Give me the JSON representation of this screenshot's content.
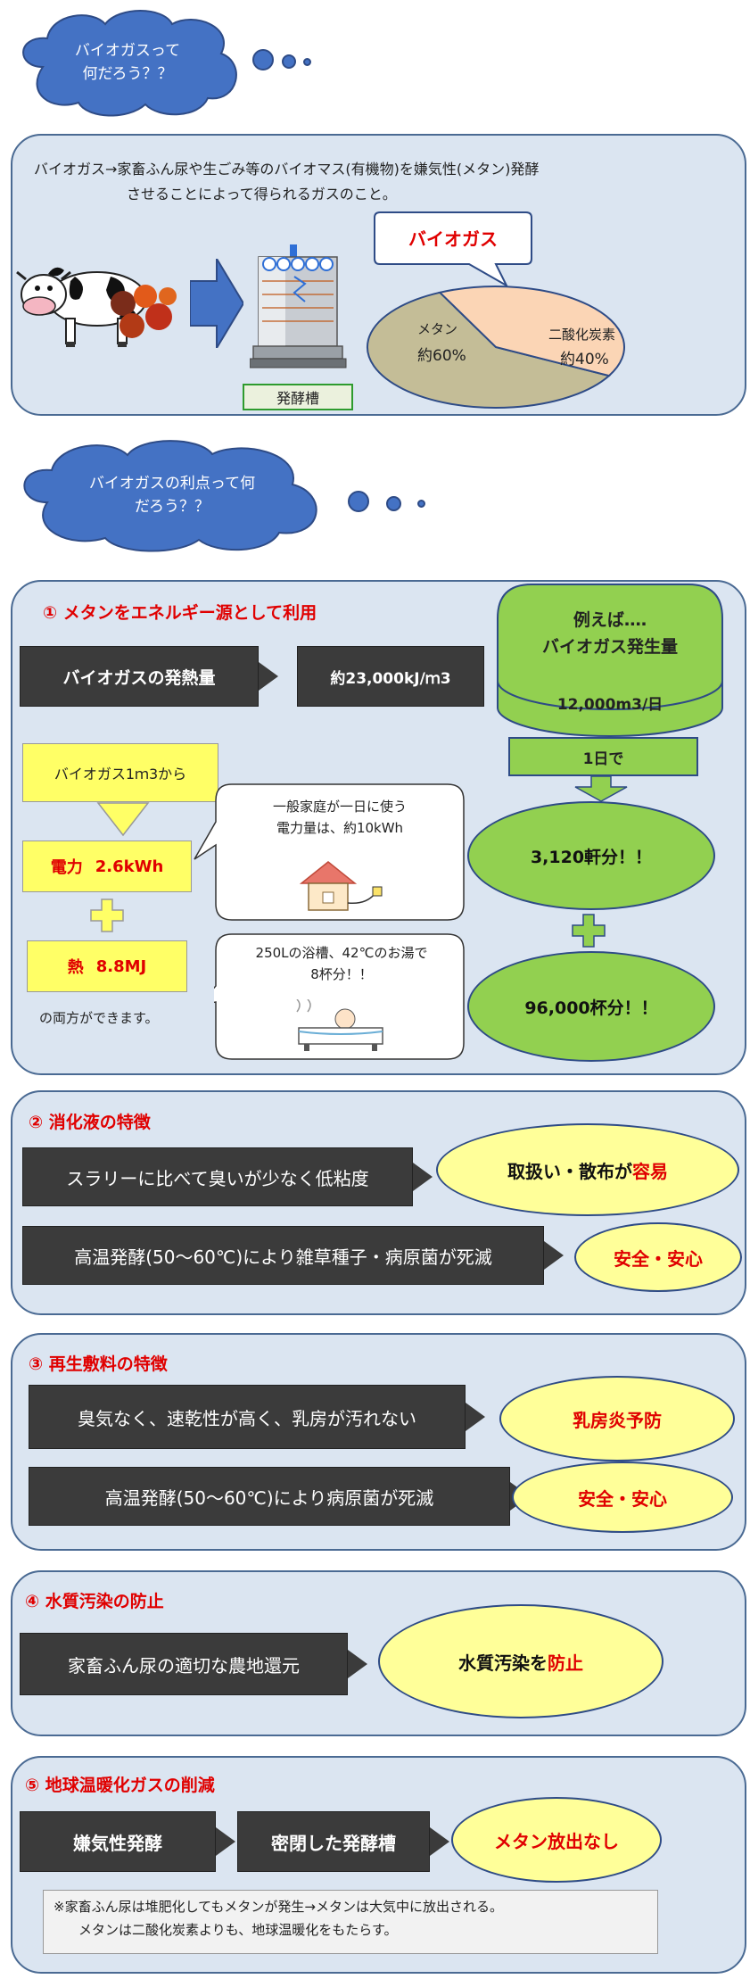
{
  "cloud1": {
    "text": "バイオガスって\n何だろう？？"
  },
  "intro": {
    "line1": "バイオガス→家畜ふん尿や生ごみ等のバイオマス(有機物)を嫌気性(メタン)発酵",
    "line2": "させることによって得られるガスのこと。",
    "tank_label": "発酵槽",
    "callout": "バイオガス",
    "pie_data": [
      {
        "label": "メタン",
        "value_label": "約60%",
        "value": 60,
        "color": "#c4bd97"
      },
      {
        "label": "二酸化炭素",
        "value_label": "約40%",
        "value": 40,
        "color": "#fbd5b5"
      }
    ]
  },
  "cloud2": {
    "text": "バイオガスの利点って何\nだろう？？"
  },
  "s1": {
    "title": "①  メタンをエネルギー源として利用",
    "heat_label": "バイオガスの発熱量",
    "heat_value": "約23,000kJ/ｍ3",
    "example_title1": "例えば‥‥",
    "example_title2": "バイオガス発生量",
    "example_value": "12,000m3/日",
    "per_day": "1日で",
    "per_m3": "バイオガス1ｍ3から",
    "elec_label": "電力",
    "elec_value": "2.6kWh",
    "heat2_label": "熱",
    "heat2_value": "8.8MJ",
    "both": "の両方ができます。",
    "bubble1": "一般家庭が一日に使う\n電力量は、約10kWh",
    "bubble2": "250Lの浴槽、42℃のお湯で\n8杯分！！",
    "result1": "3,120軒分！！",
    "result2": "96,000杯分！！"
  },
  "s2": {
    "title": "②  消化液の特徴",
    "row1": "スラリーに比べて臭いが少なく低粘度",
    "result1_a": "取扱い・散布が",
    "result1_b": "容易",
    "row2": "高温発酵(50～60℃)により雑草種子・病原菌が死滅",
    "result2": "安全・安心"
  },
  "s3": {
    "title": "③  再生敷料の特徴",
    "row1": "臭気なく、速乾性が高く、乳房が汚れない",
    "result1": "乳房炎予防",
    "row2": "高温発酵(50～60℃)により病原菌が死滅",
    "result2": "安全・安心"
  },
  "s4": {
    "title": "④  水質汚染の防止",
    "row1": "家畜ふん尿の適切な農地還元",
    "result_a": "水質汚染を",
    "result_b": "防止"
  },
  "s5": {
    "title": "⑤  地球温暖化ガスの削減",
    "box1": "嫌気性発酵",
    "box2": "密閉した発酵槽",
    "result": "メタン放出なし",
    "note1": "※家畜ふん尿は堆肥化してもメタンが発生→メタンは大気中に放出される。",
    "note2": "メタンは二酸化炭素よりも、地球温暖化をもたらす。"
  }
}
